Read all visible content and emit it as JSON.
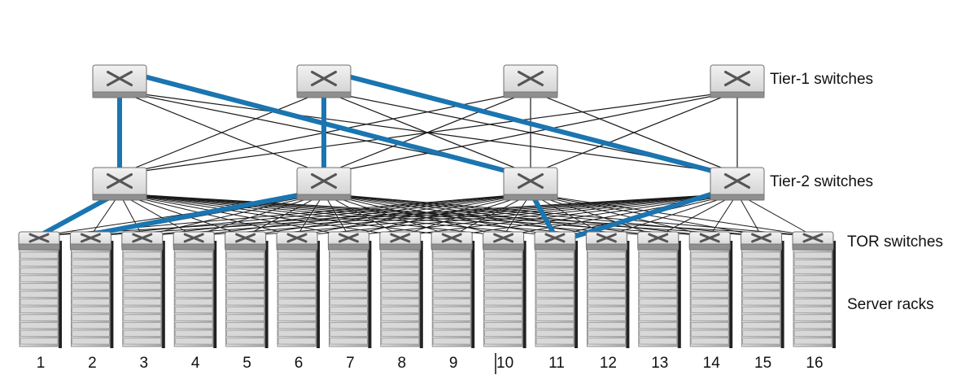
{
  "labels": {
    "tier1": "Tier-1 switches",
    "tier2": "Tier-2 switches",
    "tor": "TOR switches",
    "racks": "Server racks"
  },
  "racks": [
    "1",
    "2",
    "3",
    "4",
    "5",
    "6",
    "7",
    "8",
    "9",
    "10",
    "11",
    "12",
    "13",
    "14",
    "15",
    "16"
  ],
  "colors": {
    "highlight": "#1a75b0",
    "link": "#1a1a1a",
    "switch_top": "#e6e6e6",
    "switch_side": "#8f8f8f",
    "rack_body": "#c9c9c9",
    "rack_lines": "#9a9a9a"
  },
  "diagram": {
    "tier1_switches": [
      "t1-1",
      "t1-2",
      "t1-3",
      "t1-4"
    ],
    "tier2_switches": [
      "t2-1",
      "t2-2",
      "t2-3",
      "t2-4"
    ],
    "tier1_to_tier2": "full-mesh",
    "tier2_to_tor": "full-mesh",
    "highlighted_paths": [
      [
        "rack-1",
        "t2-1",
        "t1-1",
        "t2-3",
        "rack-11"
      ],
      [
        "rack-2",
        "t2-2",
        "t1-2",
        "t2-4",
        "rack-11"
      ]
    ]
  }
}
